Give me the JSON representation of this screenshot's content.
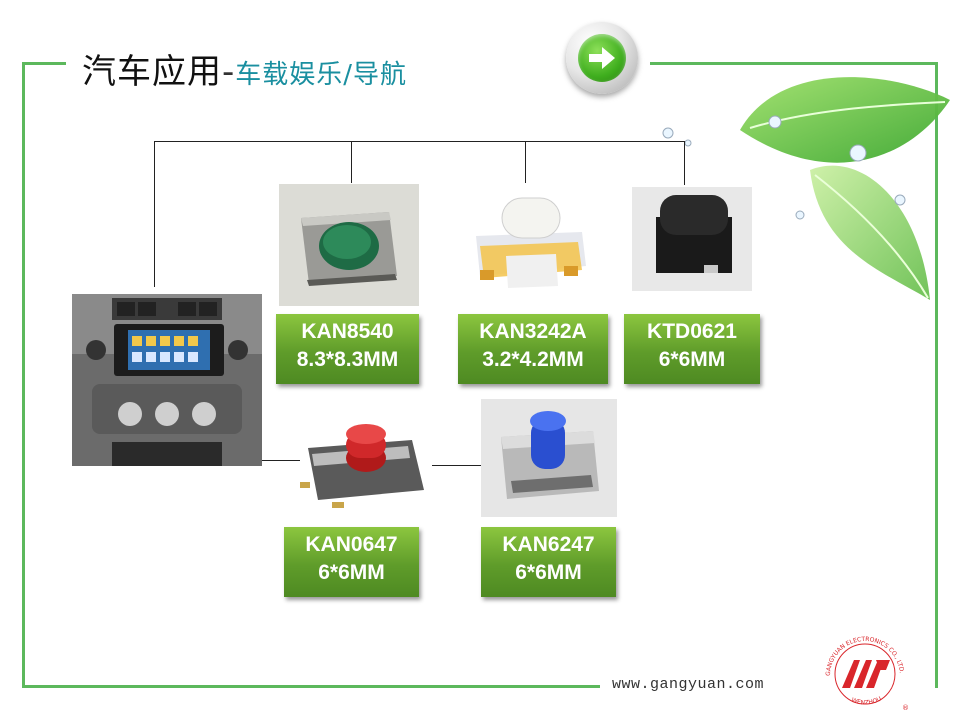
{
  "header": {
    "title_main": "汽车应用",
    "title_dash": "-",
    "title_sub": "车载娱乐/导航"
  },
  "products": [
    {
      "model": "KAN8540",
      "size": "8.3*8.3MM"
    },
    {
      "model": "KAN3242A",
      "size": "3.2*4.2MM"
    },
    {
      "model": "KTD0621",
      "size": "6*6MM"
    },
    {
      "model": "KAN0647",
      "size": "6*6MM"
    },
    {
      "model": "KAN6247",
      "size": "6*6MM"
    }
  ],
  "footer": {
    "website": "www.gangyuan.com",
    "logo_text": "GANGYUAN ELECTRONICS CO., LTD.",
    "logo_subtext": "WENZHOU"
  },
  "colors": {
    "frame": "#5cb85c",
    "label_green": "#6aa530",
    "subtitle_teal": "#1a8fa0",
    "logo_red": "#d9262b"
  }
}
